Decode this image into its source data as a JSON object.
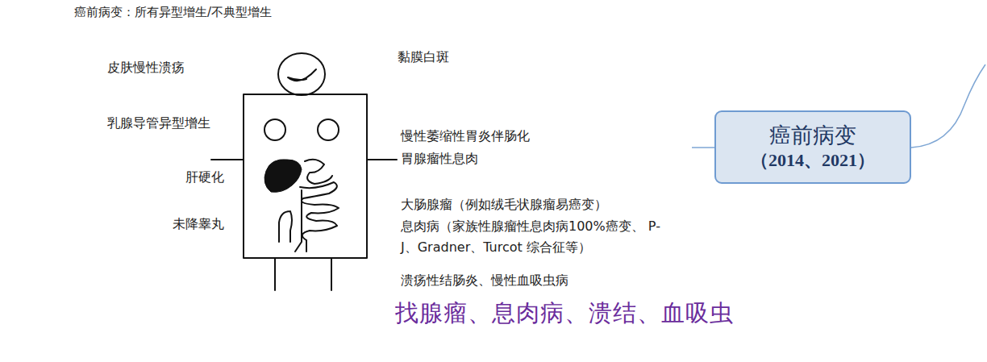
{
  "diagram": {
    "title": "癌前病变：所有异型增生/不典型增生",
    "nodes": [
      {
        "text": [
          "癌前病变",
          "（2014、2021）"
        ]
      }
    ],
    "labels": [
      "皮肤慢性溃疡",
      "乳腺导管异型增生",
      "肝硬化",
      "未降睾丸",
      "黏膜白斑",
      "慢性萎缩性胃炎伴肠化",
      "胃腺瘤性息肉",
      "大肠腺瘤（例如绒毛状腺瘤易癌变）",
      "息肉病（家族性腺瘤性息肉病100%癌变、 P-J、Gradner、Turcot 综合征等）",
      "溃疡性结肠炎、慢性血吸虫病",
      "找腺瘤、息肉病、溃结、血吸虫"
    ]
  }
}
